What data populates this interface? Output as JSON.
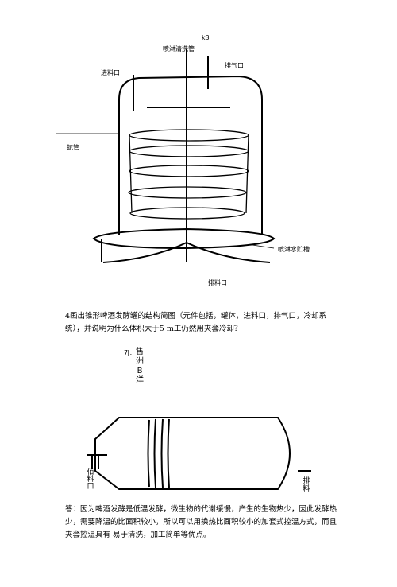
{
  "diagram1": {
    "labels": {
      "top_mark": "k3",
      "spray_pipe": "喷淋清洗管",
      "inlet": "进料口",
      "vent": "排气口",
      "coil": "蛇管",
      "spray_tank": "喷淋水贮槽",
      "outlet": "排料口"
    }
  },
  "question": "4画出锥形啤酒发酵罐的结构简图（元件包括，罐体，进料口，排气口，冷却系统），并说明为什么体积大于5 m工仍然用夹套冷却？",
  "diagram2": {
    "labels": {
      "side_mark": "7 .",
      "vertical_text": "售洲B洋",
      "bottom_left": "佰料口",
      "bottom_right": "排料"
    }
  },
  "answer": "答：因为啤酒发酵是低温发酵，微生物的代谢缓慢，产生的生物热少，因此发酵热少，需要降温的比面积较小，所以可以用换热比面积较小的加套式控温方式，而且夹套控温具有 易于清洗，加工简单等优点。"
}
